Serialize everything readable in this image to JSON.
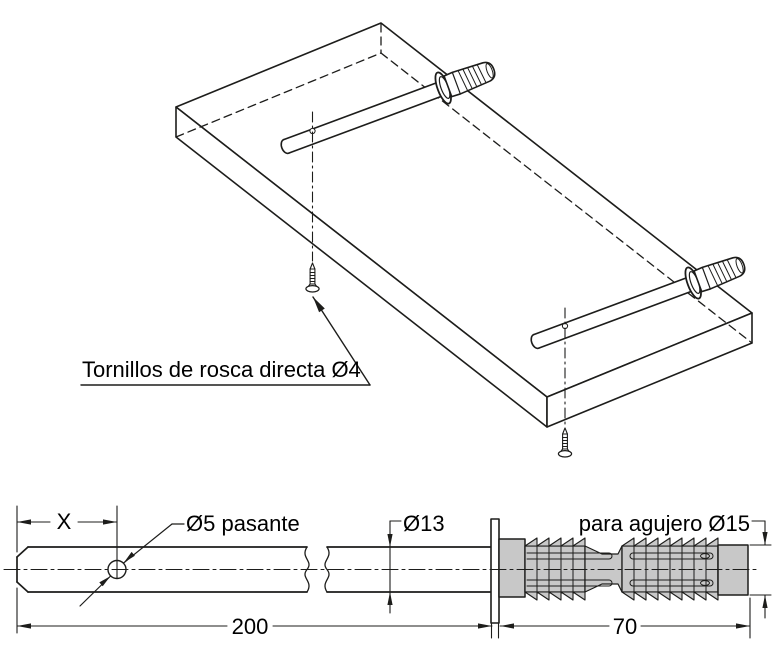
{
  "drawing": {
    "kind": "technical-assembly-drawing",
    "background": "#ffffff",
    "line_color": "#1d1d1b",
    "anchor_fill": "#c8c8c8",
    "labels": {
      "screws_note": "Tornillos de rosca directa Ø4",
      "through_hole": "Ø5 pasante",
      "anchor_fit": "para agujero Ø15"
    },
    "dimensions": {
      "rod_offset": "X",
      "rod_diameter": "Ø13",
      "rod_length": "200",
      "anchor_length": "70"
    }
  }
}
